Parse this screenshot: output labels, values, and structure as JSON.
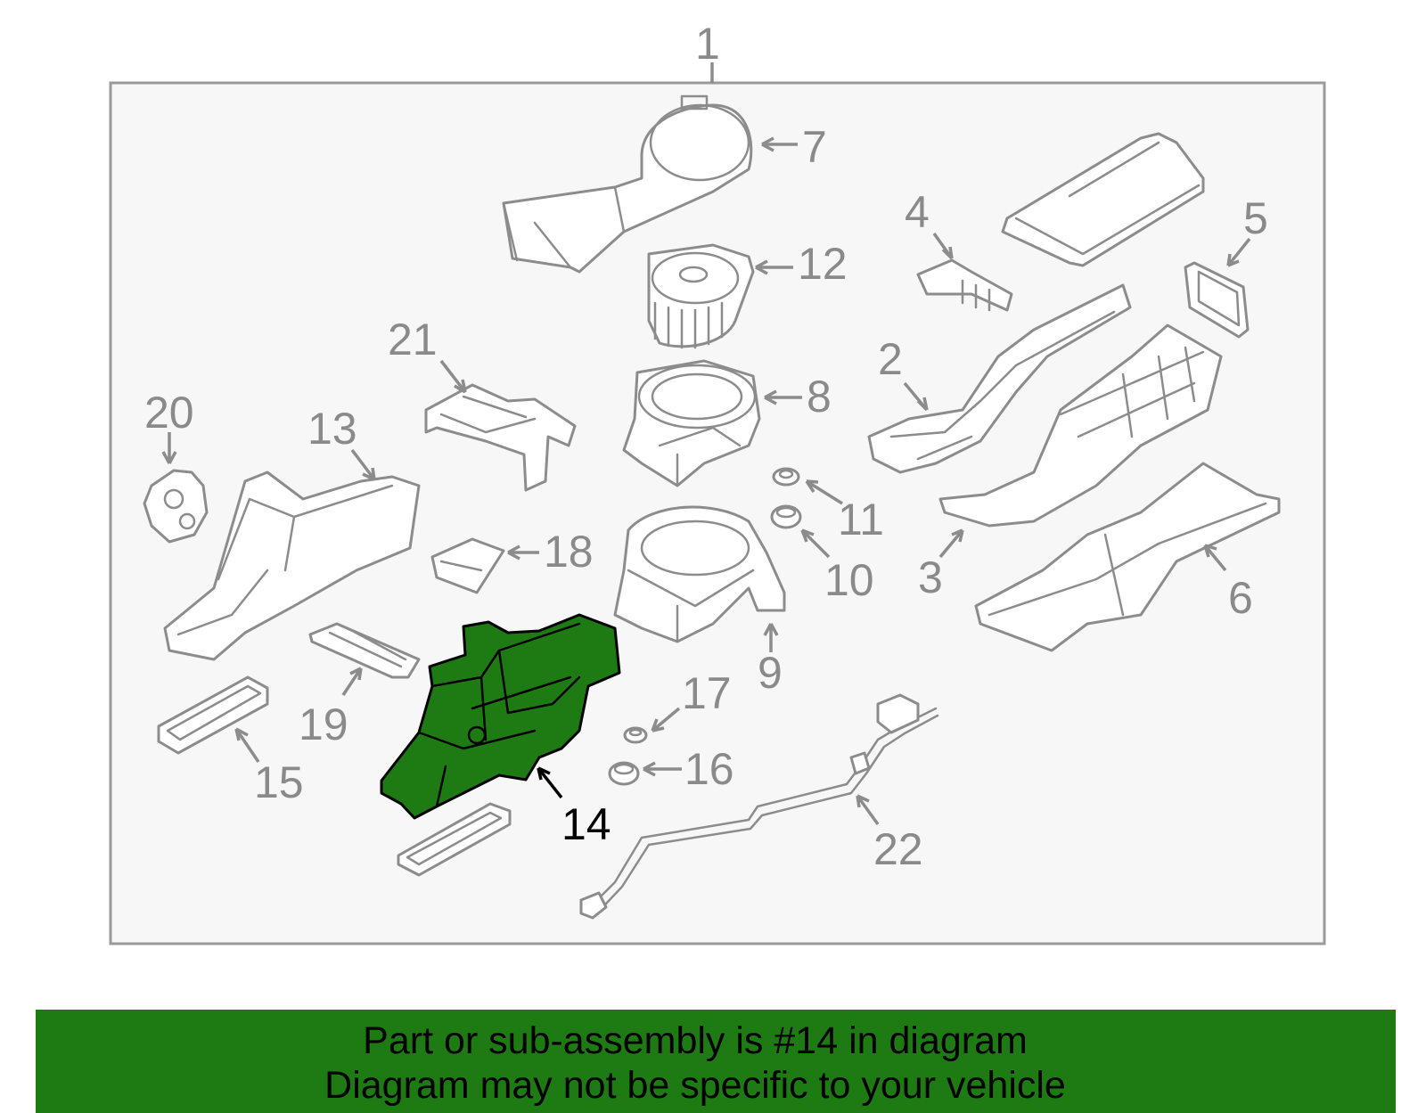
{
  "diagram": {
    "highlight_color": "#1e7a12",
    "callouts": {
      "c1": "1",
      "c2": "2",
      "c3": "3",
      "c4": "4",
      "c5": "5",
      "c6": "6",
      "c7": "7",
      "c8": "8",
      "c9": "9",
      "c10": "10",
      "c11": "11",
      "c12": "12",
      "c13": "13",
      "c14": "14",
      "c15": "15",
      "c16": "16",
      "c17": "17",
      "c18": "18",
      "c19": "19",
      "c20": "20",
      "c21": "21",
      "c22": "22"
    },
    "highlighted_callout": "14"
  },
  "banner": {
    "line1": "Part or sub-assembly is #14 in diagram",
    "line2": "Diagram may not be specific to your vehicle",
    "background": "#1e7a12"
  }
}
